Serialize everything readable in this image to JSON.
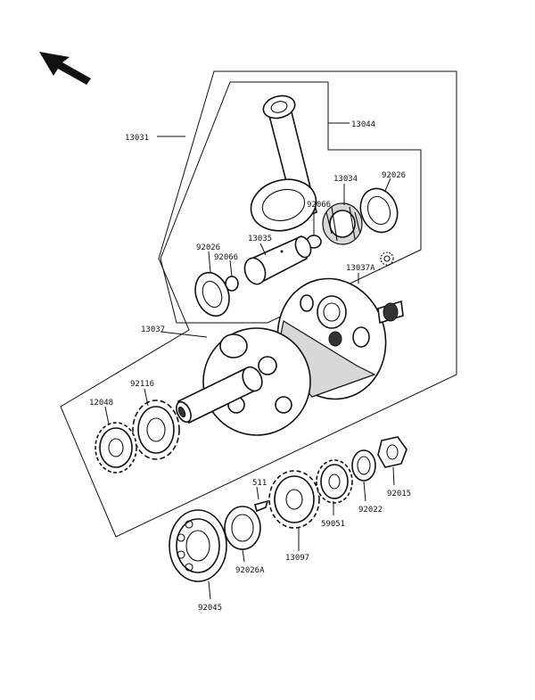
{
  "labels": {
    "p13031": "13031",
    "p13044": "13044",
    "p13034": "13034",
    "p92026_a": "92026",
    "p92066_a": "92066",
    "p92026_b": "92026",
    "p92066_b": "92066",
    "p13035": "13035",
    "p13037A": "13037A",
    "p13037": "13037",
    "p92116": "92116",
    "p12048": "12048",
    "p511": "511",
    "p92022": "92022",
    "p92015": "92015",
    "p59051": "59051",
    "p13097": "13097",
    "p92026A": "92026A",
    "p92045": "92045"
  },
  "colors": {
    "ink": "#111111",
    "paper": "#ffffff",
    "shade": "#d8d8d8"
  },
  "icons": {
    "direction_arrow": "arrow-up-left-icon",
    "catalog_stamp": "gear-stamp-icon"
  }
}
